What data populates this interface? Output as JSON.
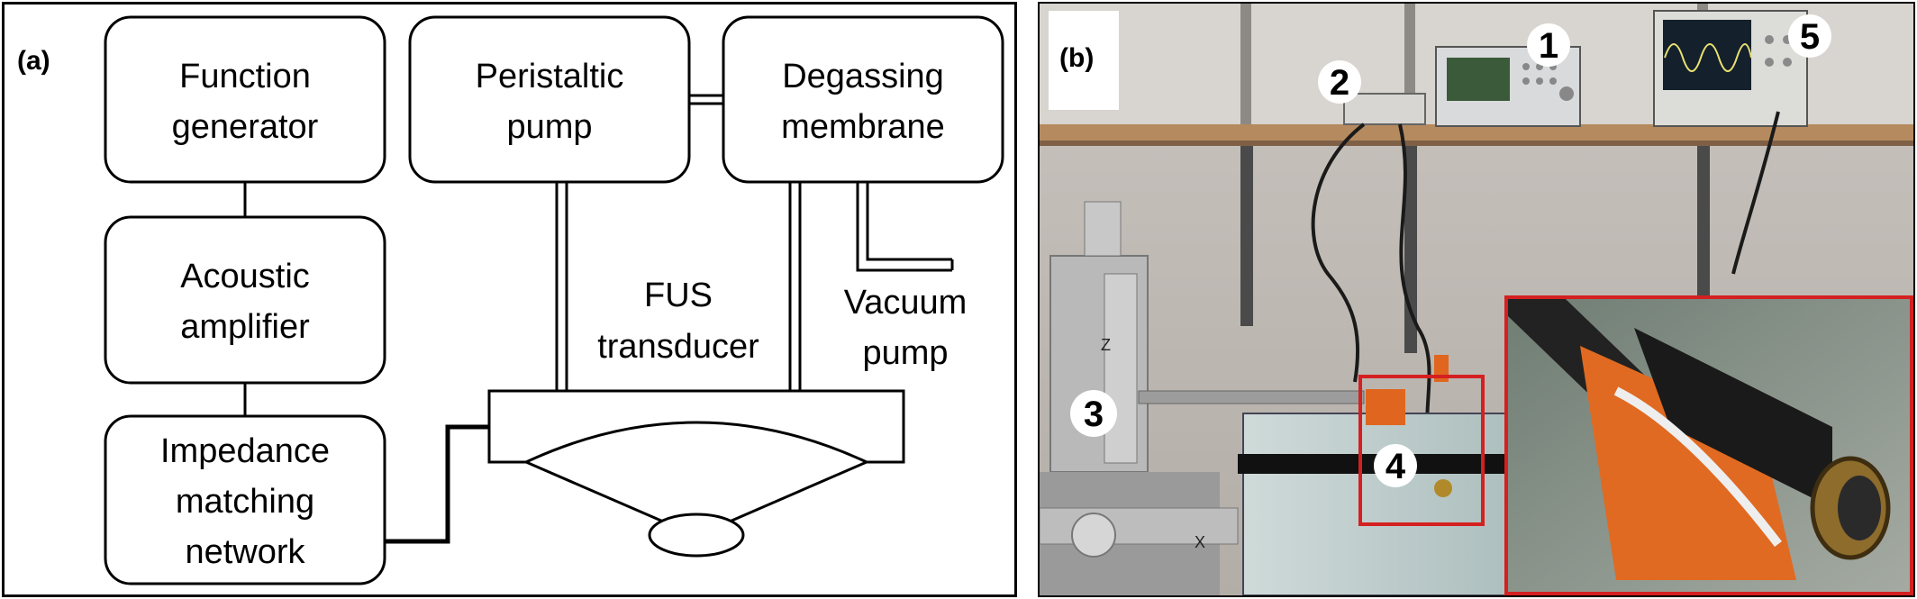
{
  "panel_a": {
    "label": "(a)",
    "blocks": {
      "function_generator": [
        "Function",
        "generator"
      ],
      "acoustic_amplifier": [
        "Acoustic",
        "amplifier"
      ],
      "impedance_network": [
        "Impedance",
        "matching",
        "network"
      ],
      "peristaltic_pump": [
        "Peristaltic",
        "pump"
      ],
      "degassing_membrane": [
        "Degassing",
        "membrane"
      ]
    },
    "transducer_label": [
      "FUS",
      "transducer"
    ],
    "vacuum_label": [
      "Vacuum",
      "pump"
    ]
  },
  "panel_b": {
    "label": "(b)",
    "markers": [
      "1",
      "2",
      "3",
      "4",
      "5"
    ],
    "axis_labels": [
      "Z",
      "X"
    ],
    "highlight_color": "#d42020"
  }
}
